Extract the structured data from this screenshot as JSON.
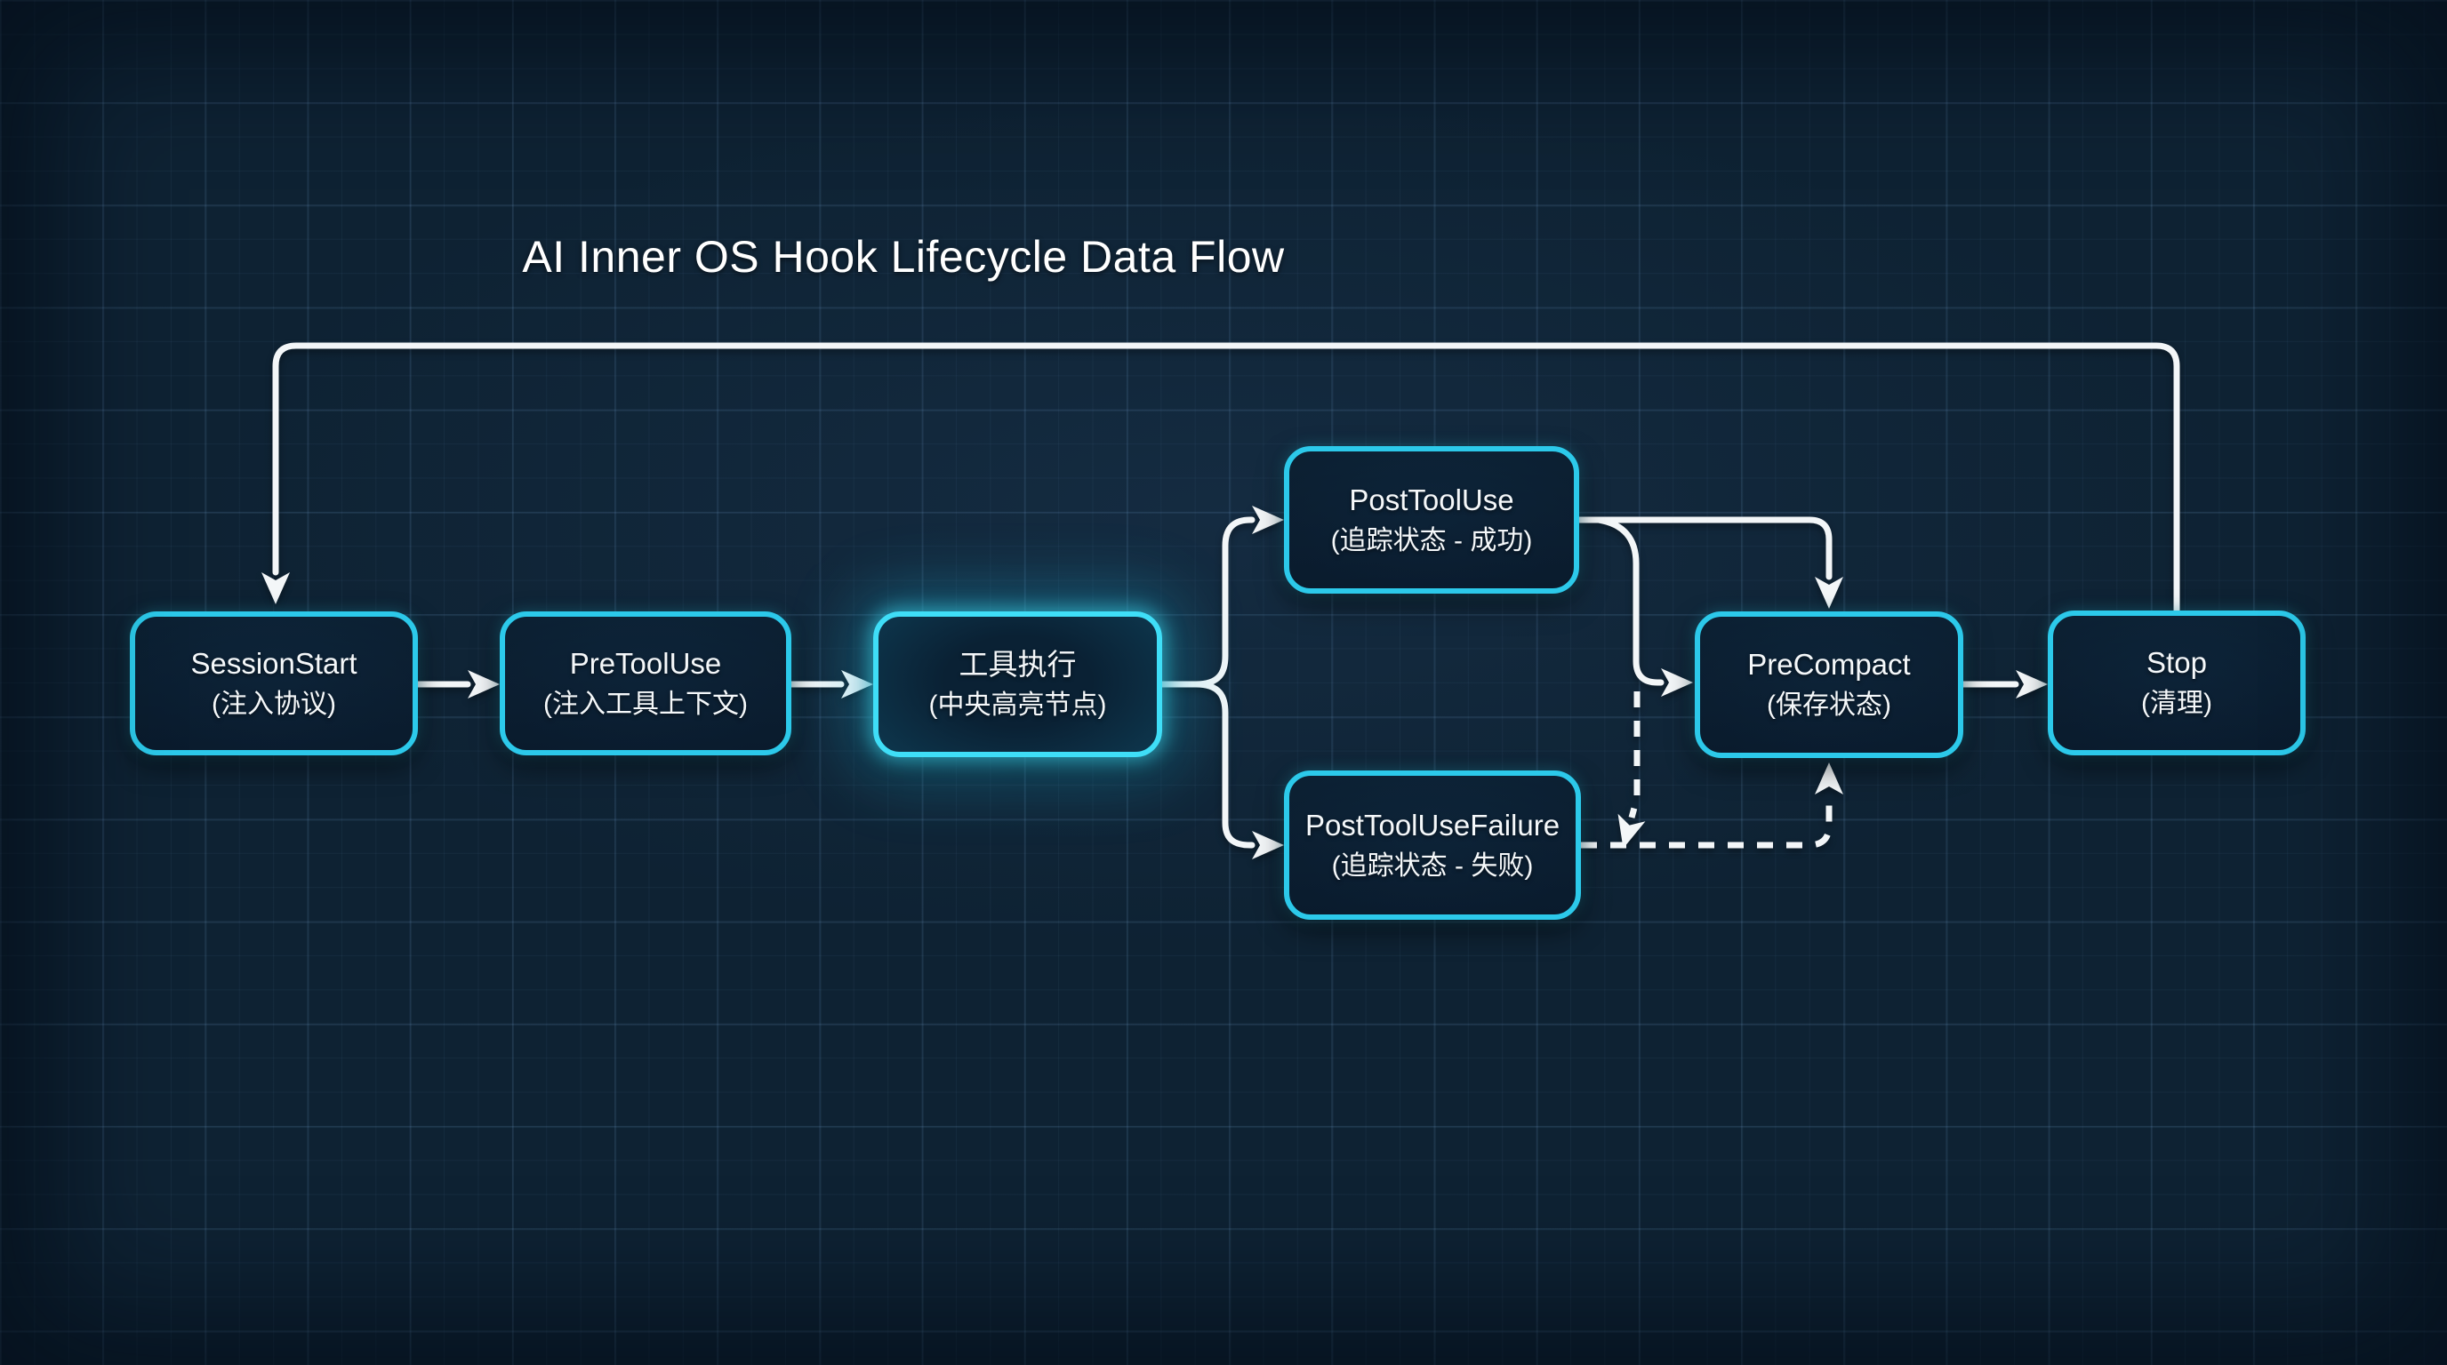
{
  "diagram": {
    "title": "AI Inner OS Hook Lifecycle Data Flow",
    "type": "flowchart",
    "nodes": [
      {
        "id": "session_start",
        "label": "SessionStart",
        "sublabel": "(注入协议)",
        "highlighted": false
      },
      {
        "id": "pre_tool_use",
        "label": "PreToolUse",
        "sublabel": "(注入工具上下文)",
        "highlighted": false
      },
      {
        "id": "tool_execution",
        "label": "工具执行",
        "sublabel": "(中央高亮节点)",
        "highlighted": true
      },
      {
        "id": "post_tool_use",
        "label": "PostToolUse",
        "sublabel": "(追踪状态 - 成功)",
        "highlighted": false
      },
      {
        "id": "post_tool_use_failure",
        "label": "PostToolUseFailure",
        "sublabel": "(追踪状态 - 失败)",
        "highlighted": false
      },
      {
        "id": "pre_compact",
        "label": "PreCompact",
        "sublabel": "(保存状态)",
        "highlighted": false
      },
      {
        "id": "stop",
        "label": "Stop",
        "sublabel": "(清理)",
        "highlighted": false
      }
    ],
    "edges": [
      {
        "from": "session_start",
        "to": "pre_tool_use",
        "style": "solid"
      },
      {
        "from": "pre_tool_use",
        "to": "tool_execution",
        "style": "solid"
      },
      {
        "from": "tool_execution",
        "to": "post_tool_use",
        "style": "solid"
      },
      {
        "from": "tool_execution",
        "to": "post_tool_use_failure",
        "style": "solid"
      },
      {
        "from": "post_tool_use",
        "to": "pre_compact",
        "style": "solid",
        "enters": "top"
      },
      {
        "from": "post_tool_use",
        "to": "pre_compact",
        "style": "solid",
        "enters": "left"
      },
      {
        "from": "post_tool_use_failure",
        "to": "pre_compact",
        "style": "dashed",
        "enters": "bottom"
      },
      {
        "from": "pre_compact",
        "to": "post_tool_use_failure",
        "style": "dashed"
      },
      {
        "from": "pre_compact",
        "to": "stop",
        "style": "solid"
      },
      {
        "from": "stop",
        "to": "session_start",
        "style": "solid",
        "route": "top-loop"
      }
    ],
    "theme": {
      "background": "#0e2233",
      "grid_line": "#3a5a7d",
      "node_border": "#2cc9ea",
      "node_border_highlight": "#3fdef7",
      "node_fill": "#0a1e31",
      "highlight_glow": "#35dcf6",
      "connector": "#f3f6f8",
      "text": "#f5f8fa"
    }
  }
}
